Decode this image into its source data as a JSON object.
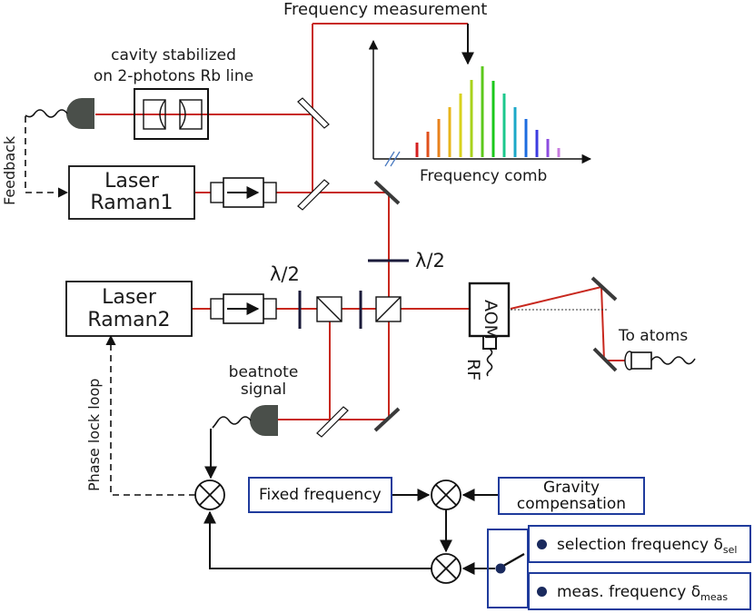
{
  "labels": {
    "frequency_measurement": "Frequency measurement",
    "cavity_line1": "cavity stabilized",
    "cavity_line2": "on 2-photons Rb line",
    "feedback": "Feedback",
    "laser1_line1": "Laser",
    "laser1_line2": "Raman1",
    "laser2_line1": "Laser",
    "laser2_line2": "Raman2",
    "lambda_half_1": "λ/2",
    "lambda_half_2": "λ/2",
    "frequency_comb": "Frequency comb",
    "aom": "AOM",
    "rf": "RF",
    "to_atoms": "To atoms",
    "beatnote_line1": "beatnote",
    "beatnote_line2": "signal",
    "phase_lock_loop": "Phase lock loop",
    "fixed_frequency": "Fixed frequency",
    "gravity_line1": "Gravity",
    "gravity_line2": "compensation",
    "selection_frequency": "selection frequency δ",
    "selection_sub": "sel",
    "meas_frequency": "meas. frequency δ",
    "meas_sub": "meas"
  },
  "colors": {
    "beam": "#c8281e",
    "box_blue": "#1f3b9c",
    "detector": "#4a4f4a",
    "comb_colors": [
      "#d42020",
      "#e0501c",
      "#e8821c",
      "#e8b41c",
      "#d8d21c",
      "#a8d21c",
      "#5cc81c",
      "#1cc81c",
      "#1cc88c",
      "#1ca8c8",
      "#1c6ce0",
      "#3c3ce0",
      "#8c4ce0",
      "#c87ce0"
    ]
  },
  "comb_heights": [
    0.16,
    0.28,
    0.42,
    0.55,
    0.7,
    0.85,
    1.0,
    0.84,
    0.7,
    0.55,
    0.42,
    0.3,
    0.2,
    0.1
  ]
}
